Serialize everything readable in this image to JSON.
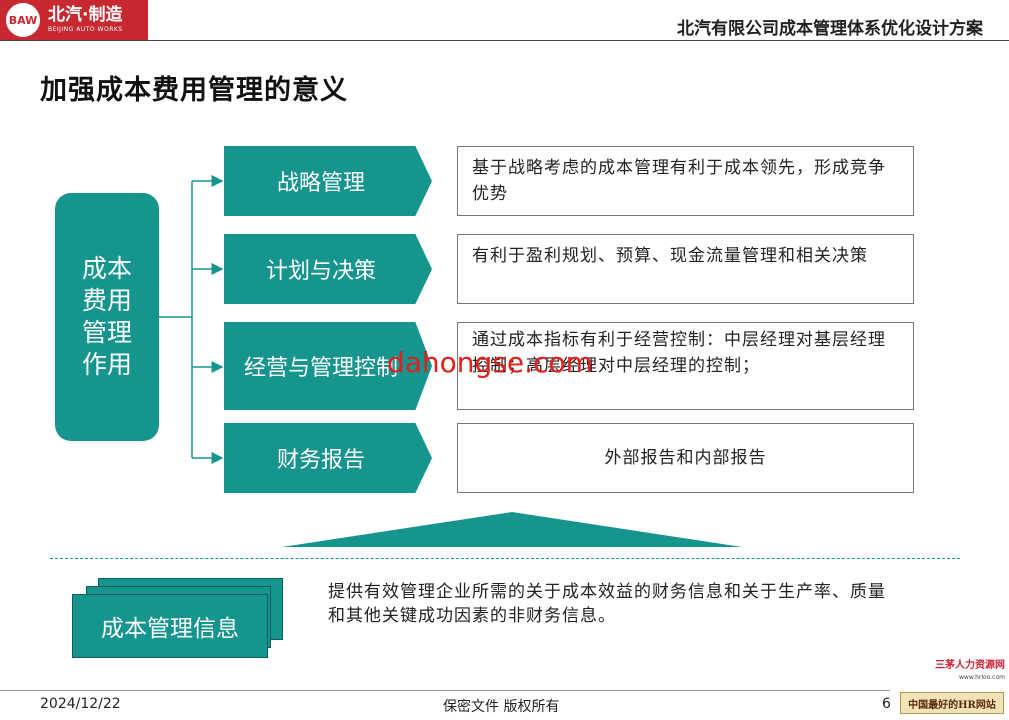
{
  "header": {
    "logo_emblem": "BAW",
    "logo_text": "北汽·制造",
    "logo_subtext": "BEIJING AUTO WORKS",
    "title": "北汽有限公司成本管理体系优化设计方案"
  },
  "page_title": "加强成本费用管理的意义",
  "main_box": "成本费用管理作用",
  "items": [
    {
      "label": "战略管理",
      "desc": "基于战略考虑的成本管理有利于成本领先，形成竞争优势"
    },
    {
      "label": "计划与决策",
      "desc": "有利于盈利规划、预算、现金流量管理和相关决策"
    },
    {
      "label": "经营与管理控制",
      "desc": "通过成本指标有利于经营控制：中层经理对基层经理控制；高层经理对中层经理的控制；"
    },
    {
      "label": "财务报告",
      "desc": "外部报告和内部报告"
    }
  ],
  "watermark": "dahongse.com",
  "info_box": {
    "label": "成本管理信息",
    "text": "提供有效管理企业所需的关于成本效益的财务信息和关于生产率、质量和其他关键成功因素的非财务信息。"
  },
  "footer": {
    "date": "2024/12/22",
    "center": "保密文件  版权所有",
    "page": "6",
    "hr_logo": "三茅人力资源网",
    "hr_logo_url": "www.hrloo.com",
    "hr_badge": "中国最好的HR网站"
  },
  "colors": {
    "teal": "#16958f",
    "brand_red": "#c8282f"
  }
}
